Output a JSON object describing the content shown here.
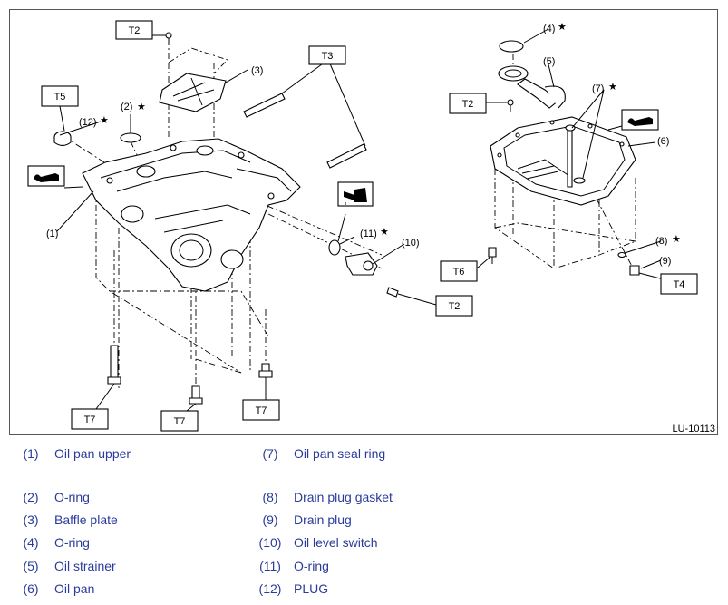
{
  "figure": {
    "id_label": "LU-10113",
    "torque_labels": {
      "t2_top": "T2",
      "t3": "T3",
      "t5": "T5",
      "t2_mid": "T2",
      "t2_bottom": "T2",
      "t6": "T6",
      "t4": "T4",
      "t7_left": "T7",
      "t7_mid": "T7",
      "t7_right": "T7"
    },
    "callouts": {
      "c1": "(1)",
      "c2": "(2)",
      "c3": "(3)",
      "c4": "(4)",
      "c5": "(5)",
      "c6": "(6)",
      "c7": "(7)",
      "c8": "(8)",
      "c9": "(9)",
      "c10": "(10)",
      "c11": "(11)",
      "c12": "(12)"
    },
    "star": "★"
  },
  "legend": {
    "left": [
      {
        "num": "(1)",
        "label": "Oil pan upper"
      },
      {
        "num": "(2)",
        "label": "O-ring"
      },
      {
        "num": "(3)",
        "label": "Baffle plate"
      },
      {
        "num": "(4)",
        "label": "O-ring"
      },
      {
        "num": "(5)",
        "label": "Oil strainer"
      },
      {
        "num": "(6)",
        "label": "Oil pan"
      }
    ],
    "right": [
      {
        "num": "(7)",
        "label": "Oil pan seal ring"
      },
      {
        "num": "(8)",
        "label": "Drain plug gasket"
      },
      {
        "num": "(9)",
        "label": "Drain plug"
      },
      {
        "num": "(10)",
        "label": "Oil level switch"
      },
      {
        "num": "(11)",
        "label": "O-ring"
      },
      {
        "num": "(12)",
        "label": "PLUG"
      }
    ]
  },
  "colors": {
    "legend_text": "#2a3b9a",
    "line": "#000000"
  }
}
